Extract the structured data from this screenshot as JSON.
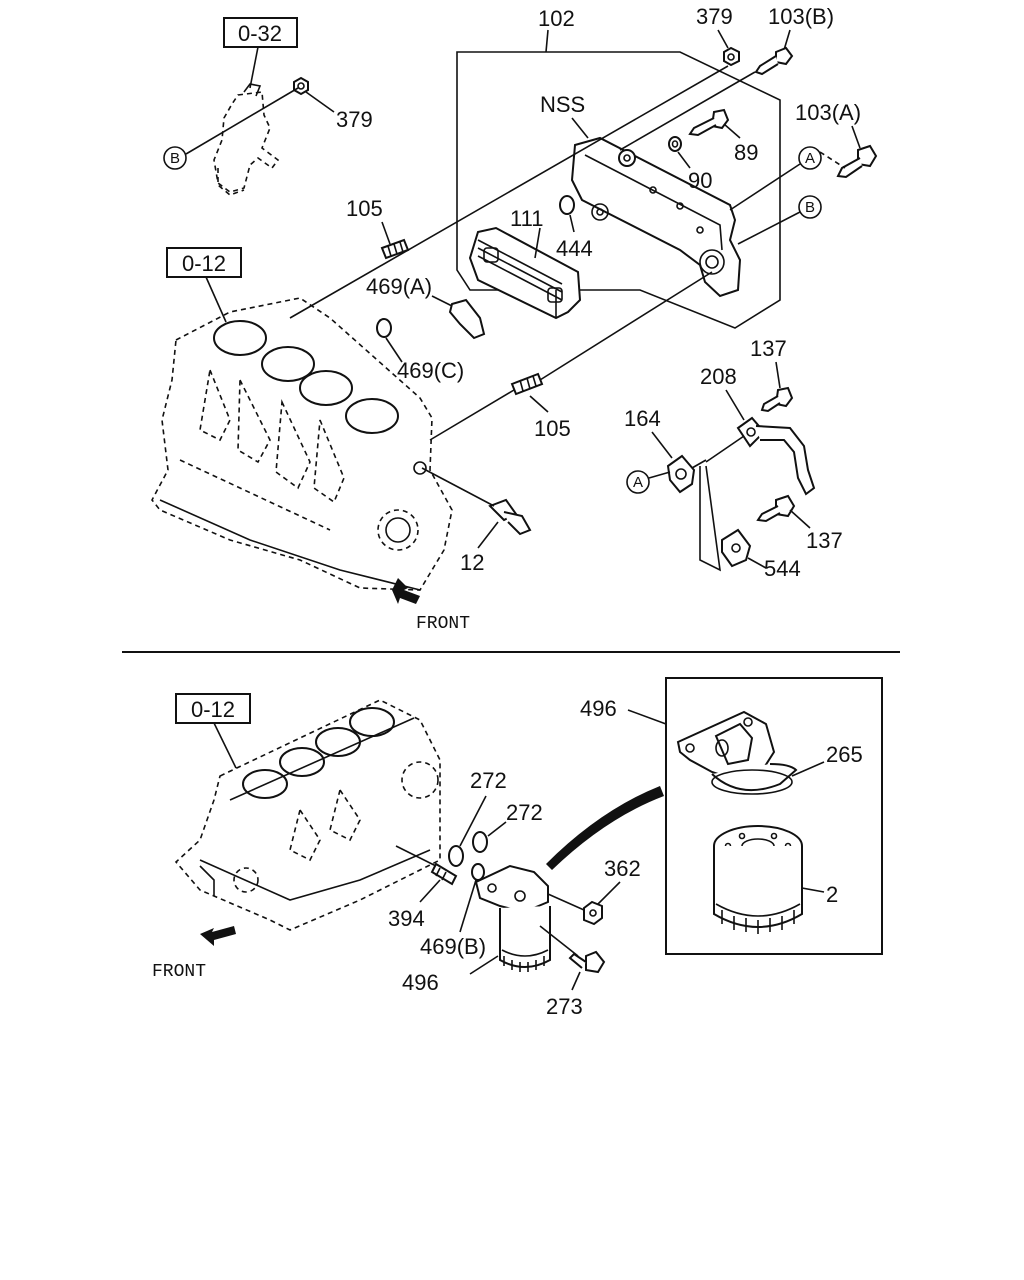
{
  "boxes": {
    "ref_o32": "0-32",
    "ref_o12_top": "0-12",
    "ref_o12_bottom": "0-12"
  },
  "top_section": {
    "labels": {
      "p102": "102",
      "p379_top": "379",
      "p103b": "103(B)",
      "p379_left": "379",
      "nss": "NSS",
      "p89": "89",
      "p103a": "103(A)",
      "p90": "90",
      "p105_upper": "105",
      "p111": "111",
      "p444": "444",
      "p469a": "469(A)",
      "p469c": "469(C)",
      "p137_top": "137",
      "p208": "208",
      "p164": "164",
      "p105_lower": "105",
      "p12": "12",
      "p137_bottom": "137",
      "p544": "544",
      "front": "FRONT"
    },
    "callouts": {
      "a_right": "A",
      "b_right": "B",
      "b_left": "B",
      "a_lower": "A"
    }
  },
  "bottom_section": {
    "labels": {
      "p496_top": "496",
      "p265": "265",
      "p272_a": "272",
      "p272_b": "272",
      "p362": "362",
      "p2": "2",
      "p394": "394",
      "p469b": "469(B)",
      "p496_bottom": "496",
      "p273": "273",
      "front": "FRONT"
    }
  }
}
